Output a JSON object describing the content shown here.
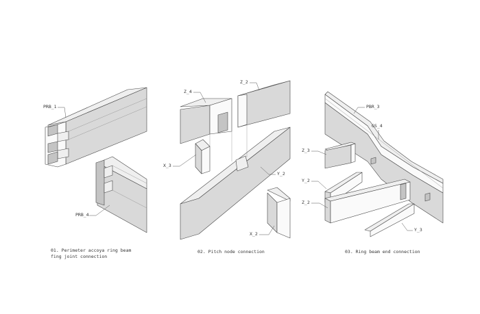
{
  "panels": [
    {
      "labels": {
        "a": "PRB_1",
        "b": "PRB_4"
      },
      "caption": [
        "01. Perimeter accoya ring beam",
        "fing joint connection"
      ]
    },
    {
      "labels": {
        "a": "Z_4",
        "b": "Z_2",
        "c": "X_3",
        "d": "Y_2",
        "e": "X_2"
      },
      "caption": [
        "02. Pitch node connection"
      ]
    },
    {
      "labels": {
        "a": "PBR_3",
        "b": "GS_4",
        "c": "Z_3",
        "d": "Y_2",
        "e": "Z_2",
        "f": "Y_3"
      },
      "caption": [
        "03. Ring beam end connection"
      ]
    }
  ]
}
